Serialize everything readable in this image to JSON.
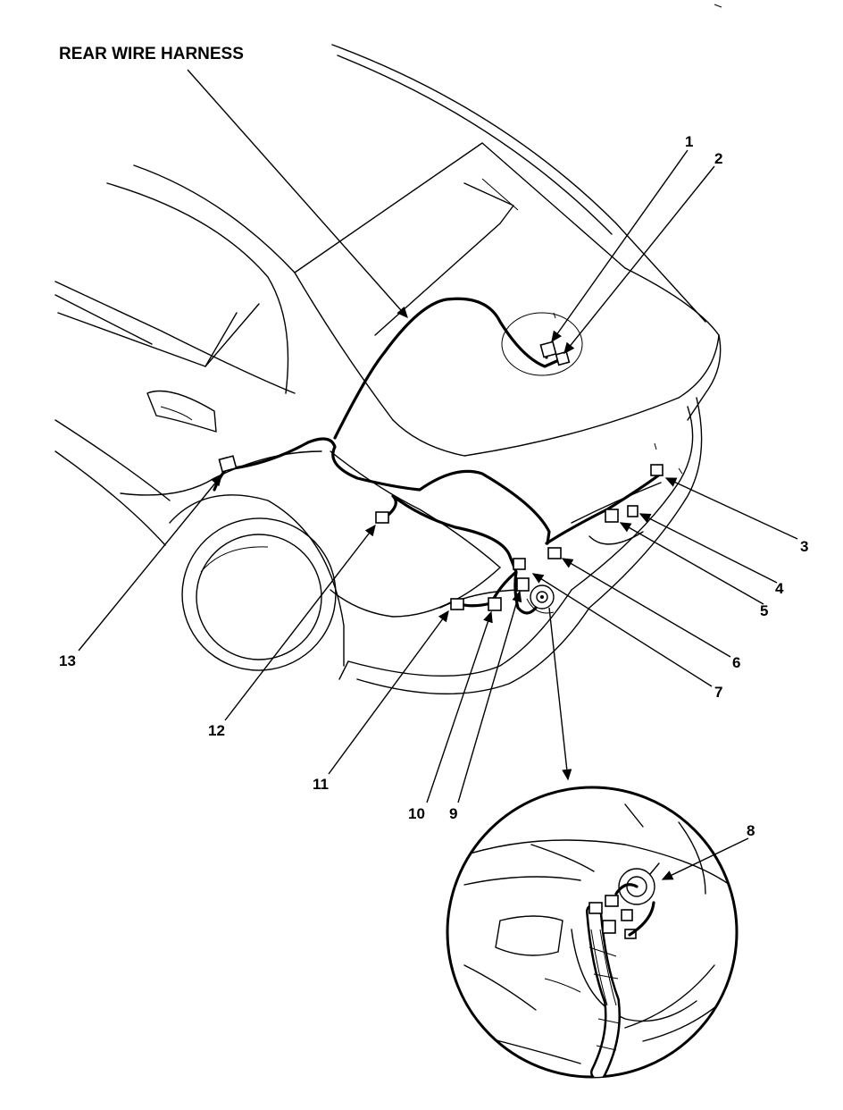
{
  "title": "REAR WIRE HARNESS",
  "callouts": [
    "1",
    "2",
    "3",
    "4",
    "5",
    "6",
    "7",
    "8",
    "9",
    "10",
    "11",
    "12",
    "13"
  ]
}
